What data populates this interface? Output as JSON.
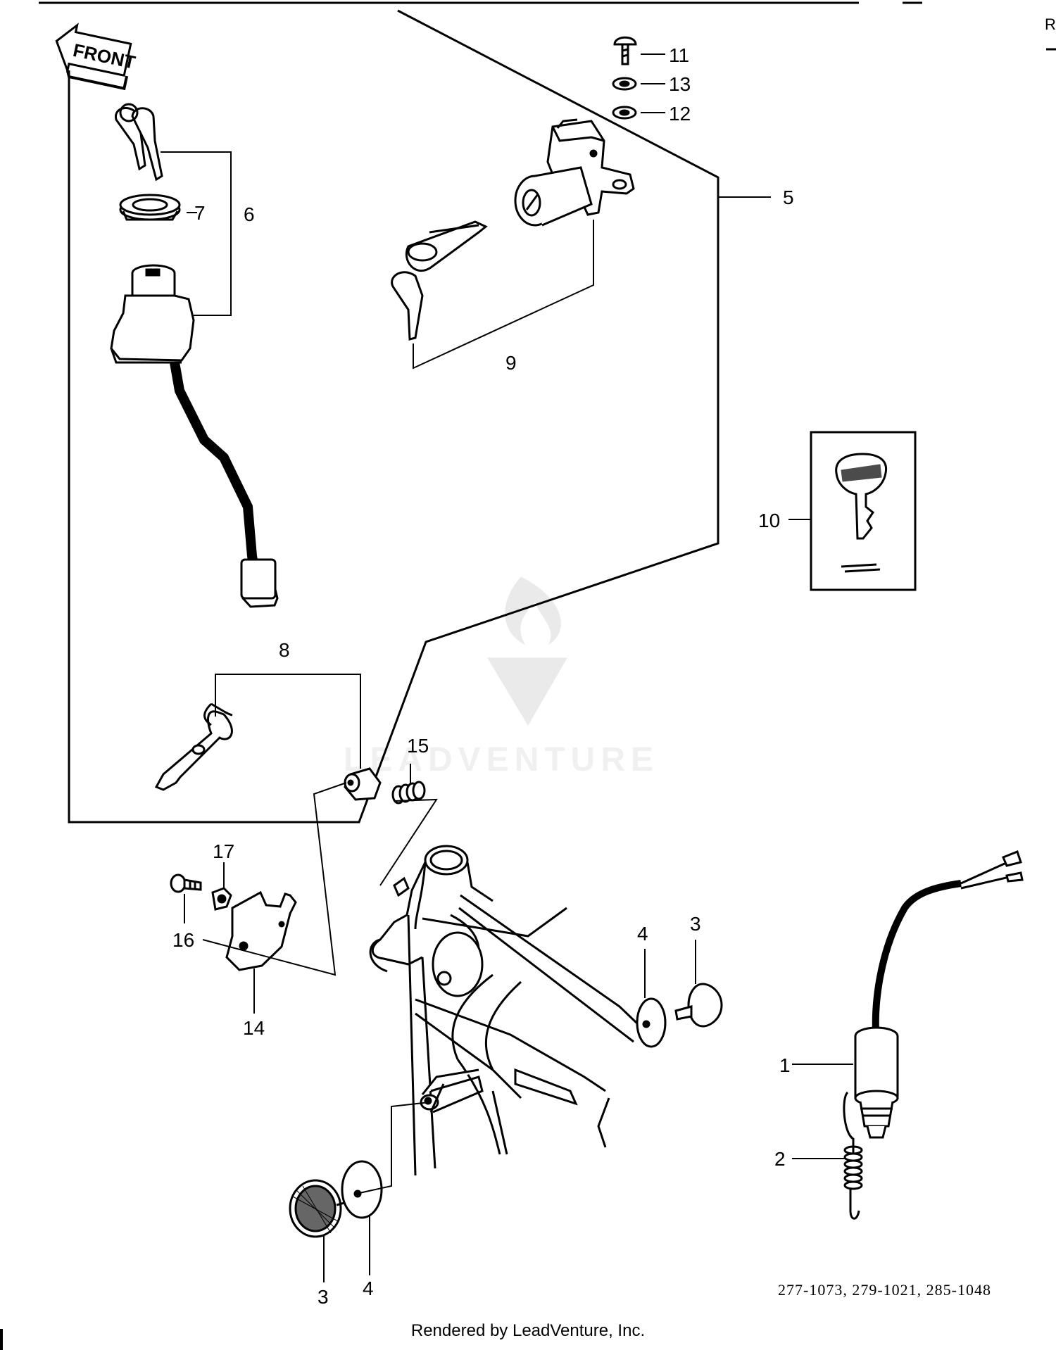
{
  "diagram": {
    "front_label": "FRONT",
    "part_labels": {
      "p1": "1",
      "p2": "2",
      "p3a": "3",
      "p3b": "3",
      "p4a": "4",
      "p4b": "4",
      "p5": "5",
      "p6": "6",
      "p7": "7",
      "p8": "8",
      "p9": "9",
      "p10": "10",
      "p11": "11",
      "p12": "12",
      "p13": "13",
      "p14": "14",
      "p15": "15",
      "p16": "16",
      "p17": "17"
    },
    "reference_numbers": "277-1073, 279-1021, 285-1048",
    "corner_mark": "R"
  },
  "watermark": {
    "text": "LEADVENTURE"
  },
  "footer": {
    "rendered_by": "Rendered by LeadVenture, Inc."
  }
}
